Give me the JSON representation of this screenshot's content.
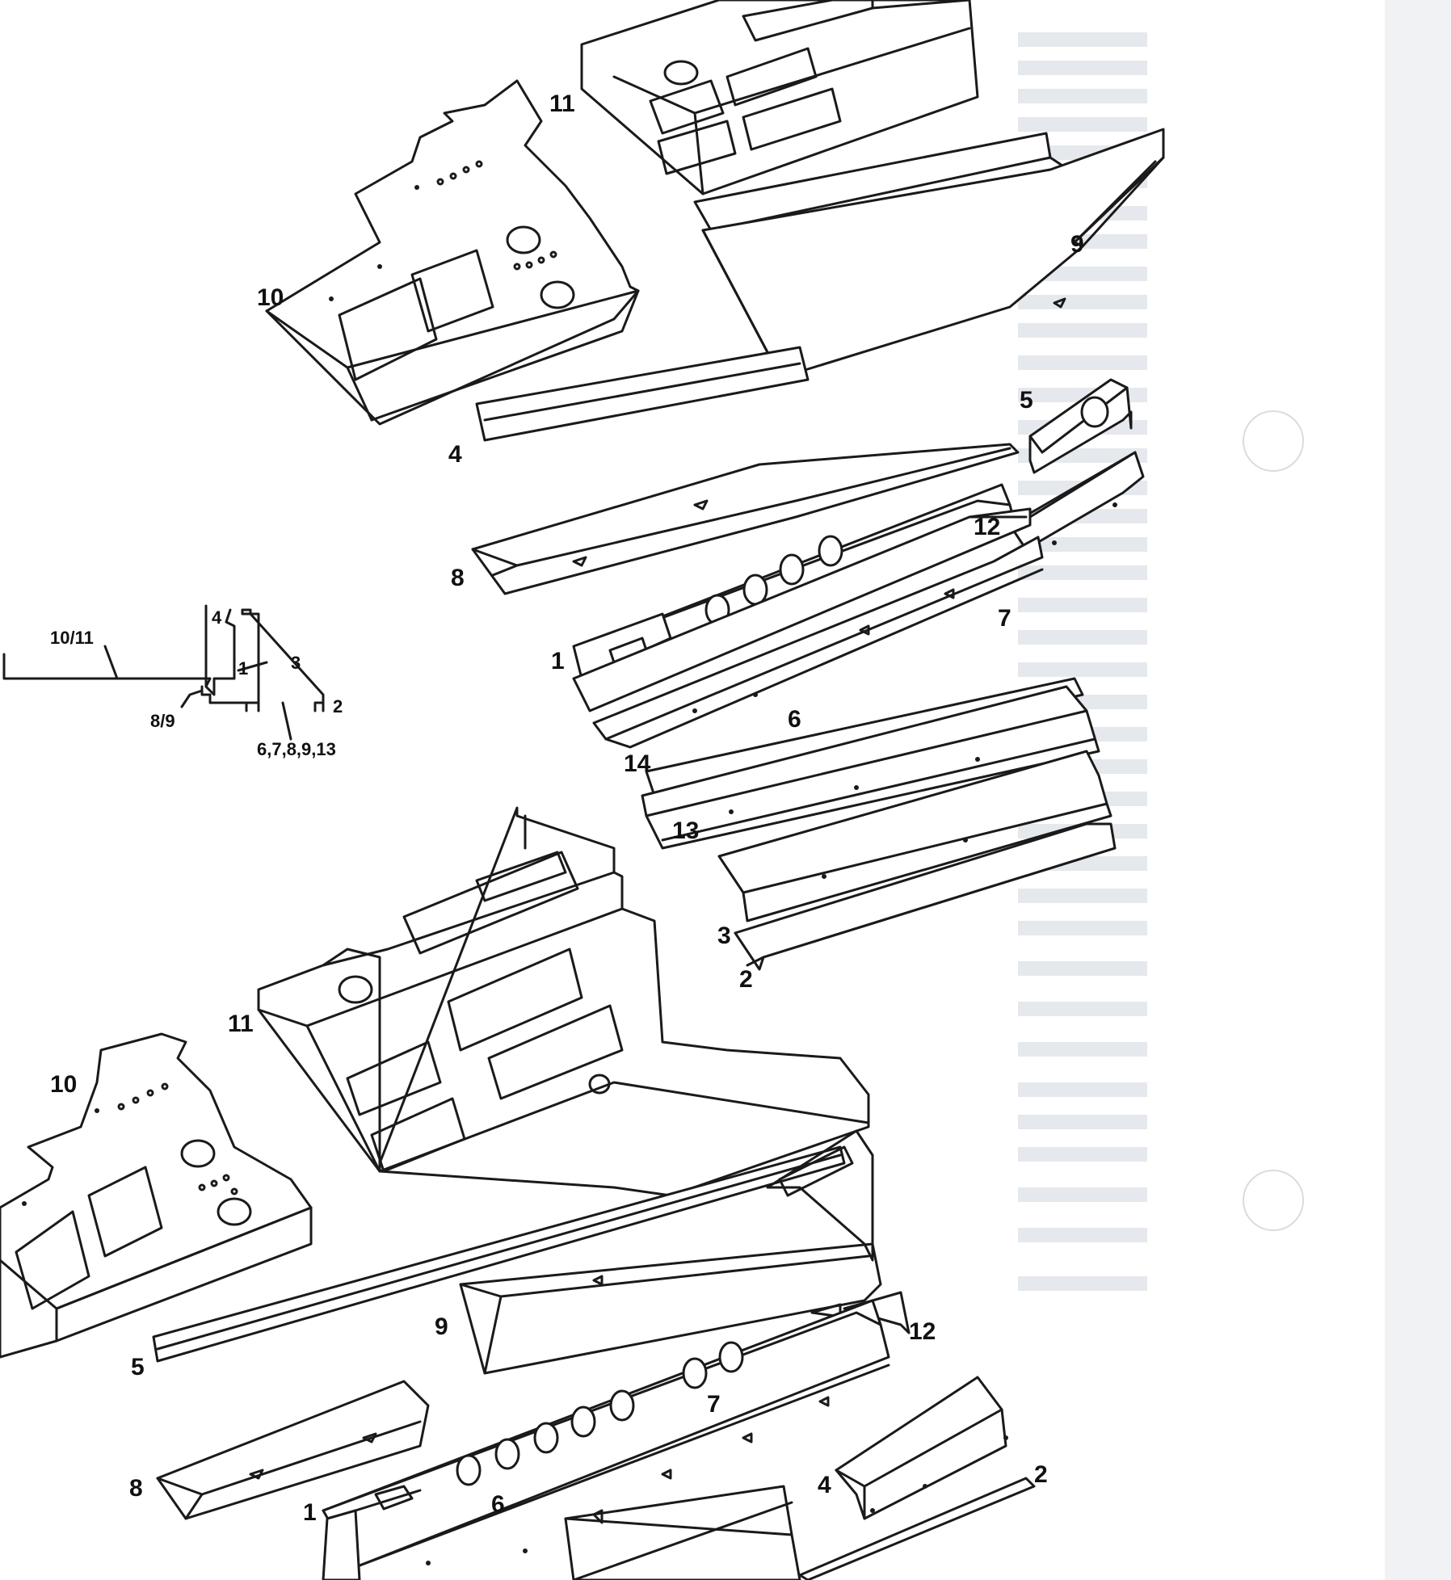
{
  "callouts": {
    "top": {
      "c11": "11",
      "c10": "10",
      "c9": "9",
      "c4": "4",
      "c5": "5",
      "c12": "12",
      "c8": "8",
      "c7": "7",
      "c1": "1",
      "c6": "6",
      "c14": "14",
      "c13": "13",
      "c3": "3",
      "c2": "2"
    },
    "section": {
      "s1011": "10/11",
      "s4": "4",
      "s1": "1",
      "s3": "3",
      "s89": "8/9",
      "s2": "2",
      "s67": "6,7,8,9,13"
    },
    "bottom": {
      "c11": "11",
      "c10": "10",
      "c5": "5",
      "c9": "9",
      "c12": "12",
      "c8": "8",
      "c7": "7",
      "c1": "1",
      "c6": "6",
      "c4": "4",
      "c2": "2"
    }
  },
  "colors": {
    "ink": "#1a1a1a",
    "paper": "#ffffff",
    "bleed": "#c9ced6"
  }
}
